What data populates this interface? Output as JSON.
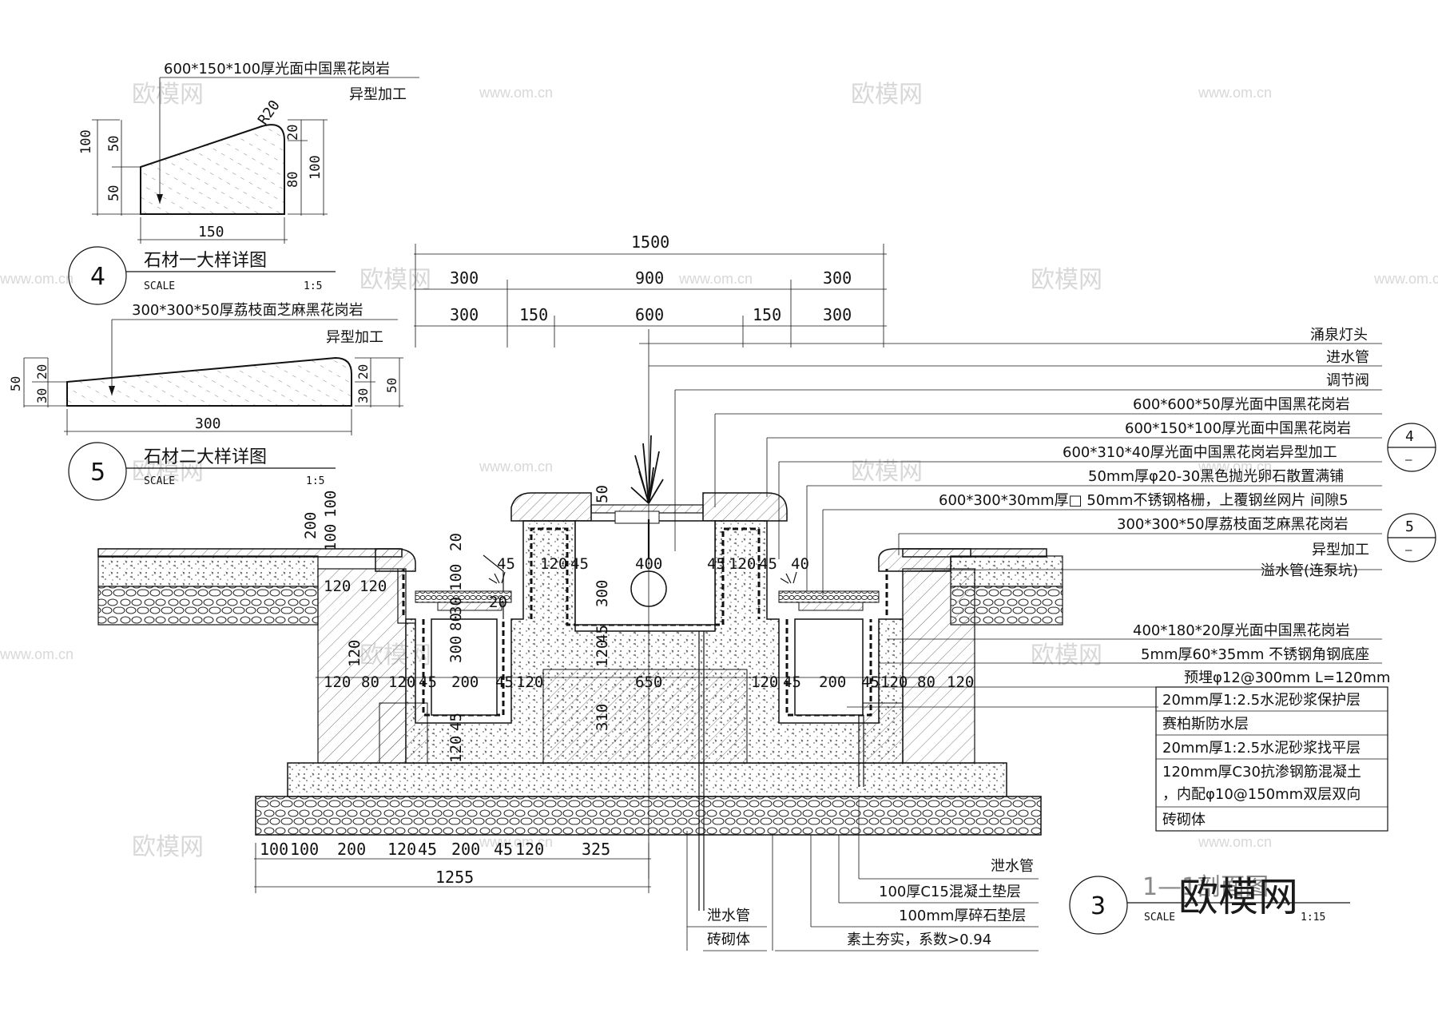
{
  "detail4": {
    "note_line1": "600*150*100厚光面中国黑花岗岩",
    "note_line2": "异型加工",
    "radius": "R20",
    "dims_left": [
      "100",
      "50",
      "50"
    ],
    "dims_right": [
      "20",
      "80",
      "100"
    ],
    "width": "150",
    "number": "4",
    "title": "石材一大样详图",
    "scale_label": "SCALE",
    "scale_value": "1:5"
  },
  "detail5": {
    "note_line1": "300*300*50厚荔枝面芝麻黑花岗岩",
    "note_line2": "异型加工",
    "dims_left": [
      "50",
      "30",
      "20"
    ],
    "dims_right": [
      "30",
      "20",
      "50"
    ],
    "width": "300",
    "number": "5",
    "title": "石材二大样详图",
    "scale_label": "SCALE",
    "scale_value": "1:5"
  },
  "section": {
    "number": "3",
    "title": "1—1剖面图",
    "scale_label": "SCALE",
    "scale_value": "1:15",
    "top_dims": {
      "row1": [
        "1500"
      ],
      "row2": [
        "300",
        "900",
        "300"
      ],
      "row3": [
        "300",
        "150",
        "600",
        "150",
        "300"
      ]
    },
    "inner_dims": {
      "left_upper": [
        "200",
        "100",
        "100"
      ],
      "left_row_a": [
        "120",
        "120"
      ],
      "left_vert": [
        "120"
      ],
      "row_mid": [
        "120",
        "80",
        "120",
        "45",
        "200",
        "45",
        "120",
        "650",
        "120",
        "45",
        "200",
        "45",
        "120",
        "80",
        "120"
      ],
      "basin_top": [
        "45",
        "120",
        "45",
        "400",
        "45",
        "120",
        "45",
        "40"
      ],
      "vert_mid": [
        "20",
        "100",
        "30",
        "80",
        "20",
        "300",
        "300",
        "45",
        "120",
        "310",
        "45",
        "120",
        "50"
      ]
    },
    "bottom_dims": [
      "100",
      "100",
      "200",
      "120",
      "45",
      "200",
      "45",
      "120",
      "325"
    ],
    "bottom_total": "1255",
    "callouts_right": [
      "涌泉灯头",
      "进水管",
      "调节阀",
      "600*600*50厚光面中国黑花岗岩",
      "600*150*100厚光面中国黑花岗岩",
      "600*310*40厚光面中国黑花岗岩异型加工",
      "50mm厚φ20-30黑色抛光卵石散置满铺",
      "600*300*30mm厚□ 50mm不锈钢格栅，上覆钢丝网片 间隙5",
      "300*300*50厚荔枝面芝麻黑花岗岩",
      "异型加工",
      "溢水管(连泵坑)",
      "400*180*20厚光面中国黑花岗岩",
      "5mm厚60*35mm 不锈钢角钢底座",
      "预埋φ12@300mm L=120mm"
    ],
    "ref_markers": [
      {
        "num": "4",
        "sub": "—"
      },
      {
        "num": "5",
        "sub": "—"
      }
    ],
    "layers_box": [
      "20mm厚1:2.5水泥砂浆保护层",
      "赛柏斯防水层",
      "20mm厚1:2.5水泥砂浆找平层",
      "120mm厚C30抗渗钢筋混凝土",
      "，内配φ10@150mm双层双向",
      "砖砌体"
    ],
    "callouts_bottom": {
      "left_col": [
        "泄水管",
        "砖砌体"
      ],
      "right_col": [
        "泄水管",
        "100厚C15混凝土垫层",
        "100mm厚碎石垫层",
        "素土夯实，系数>0.94"
      ]
    }
  },
  "watermark": {
    "brand": "欧模网",
    "url": "www.om.cn"
  }
}
